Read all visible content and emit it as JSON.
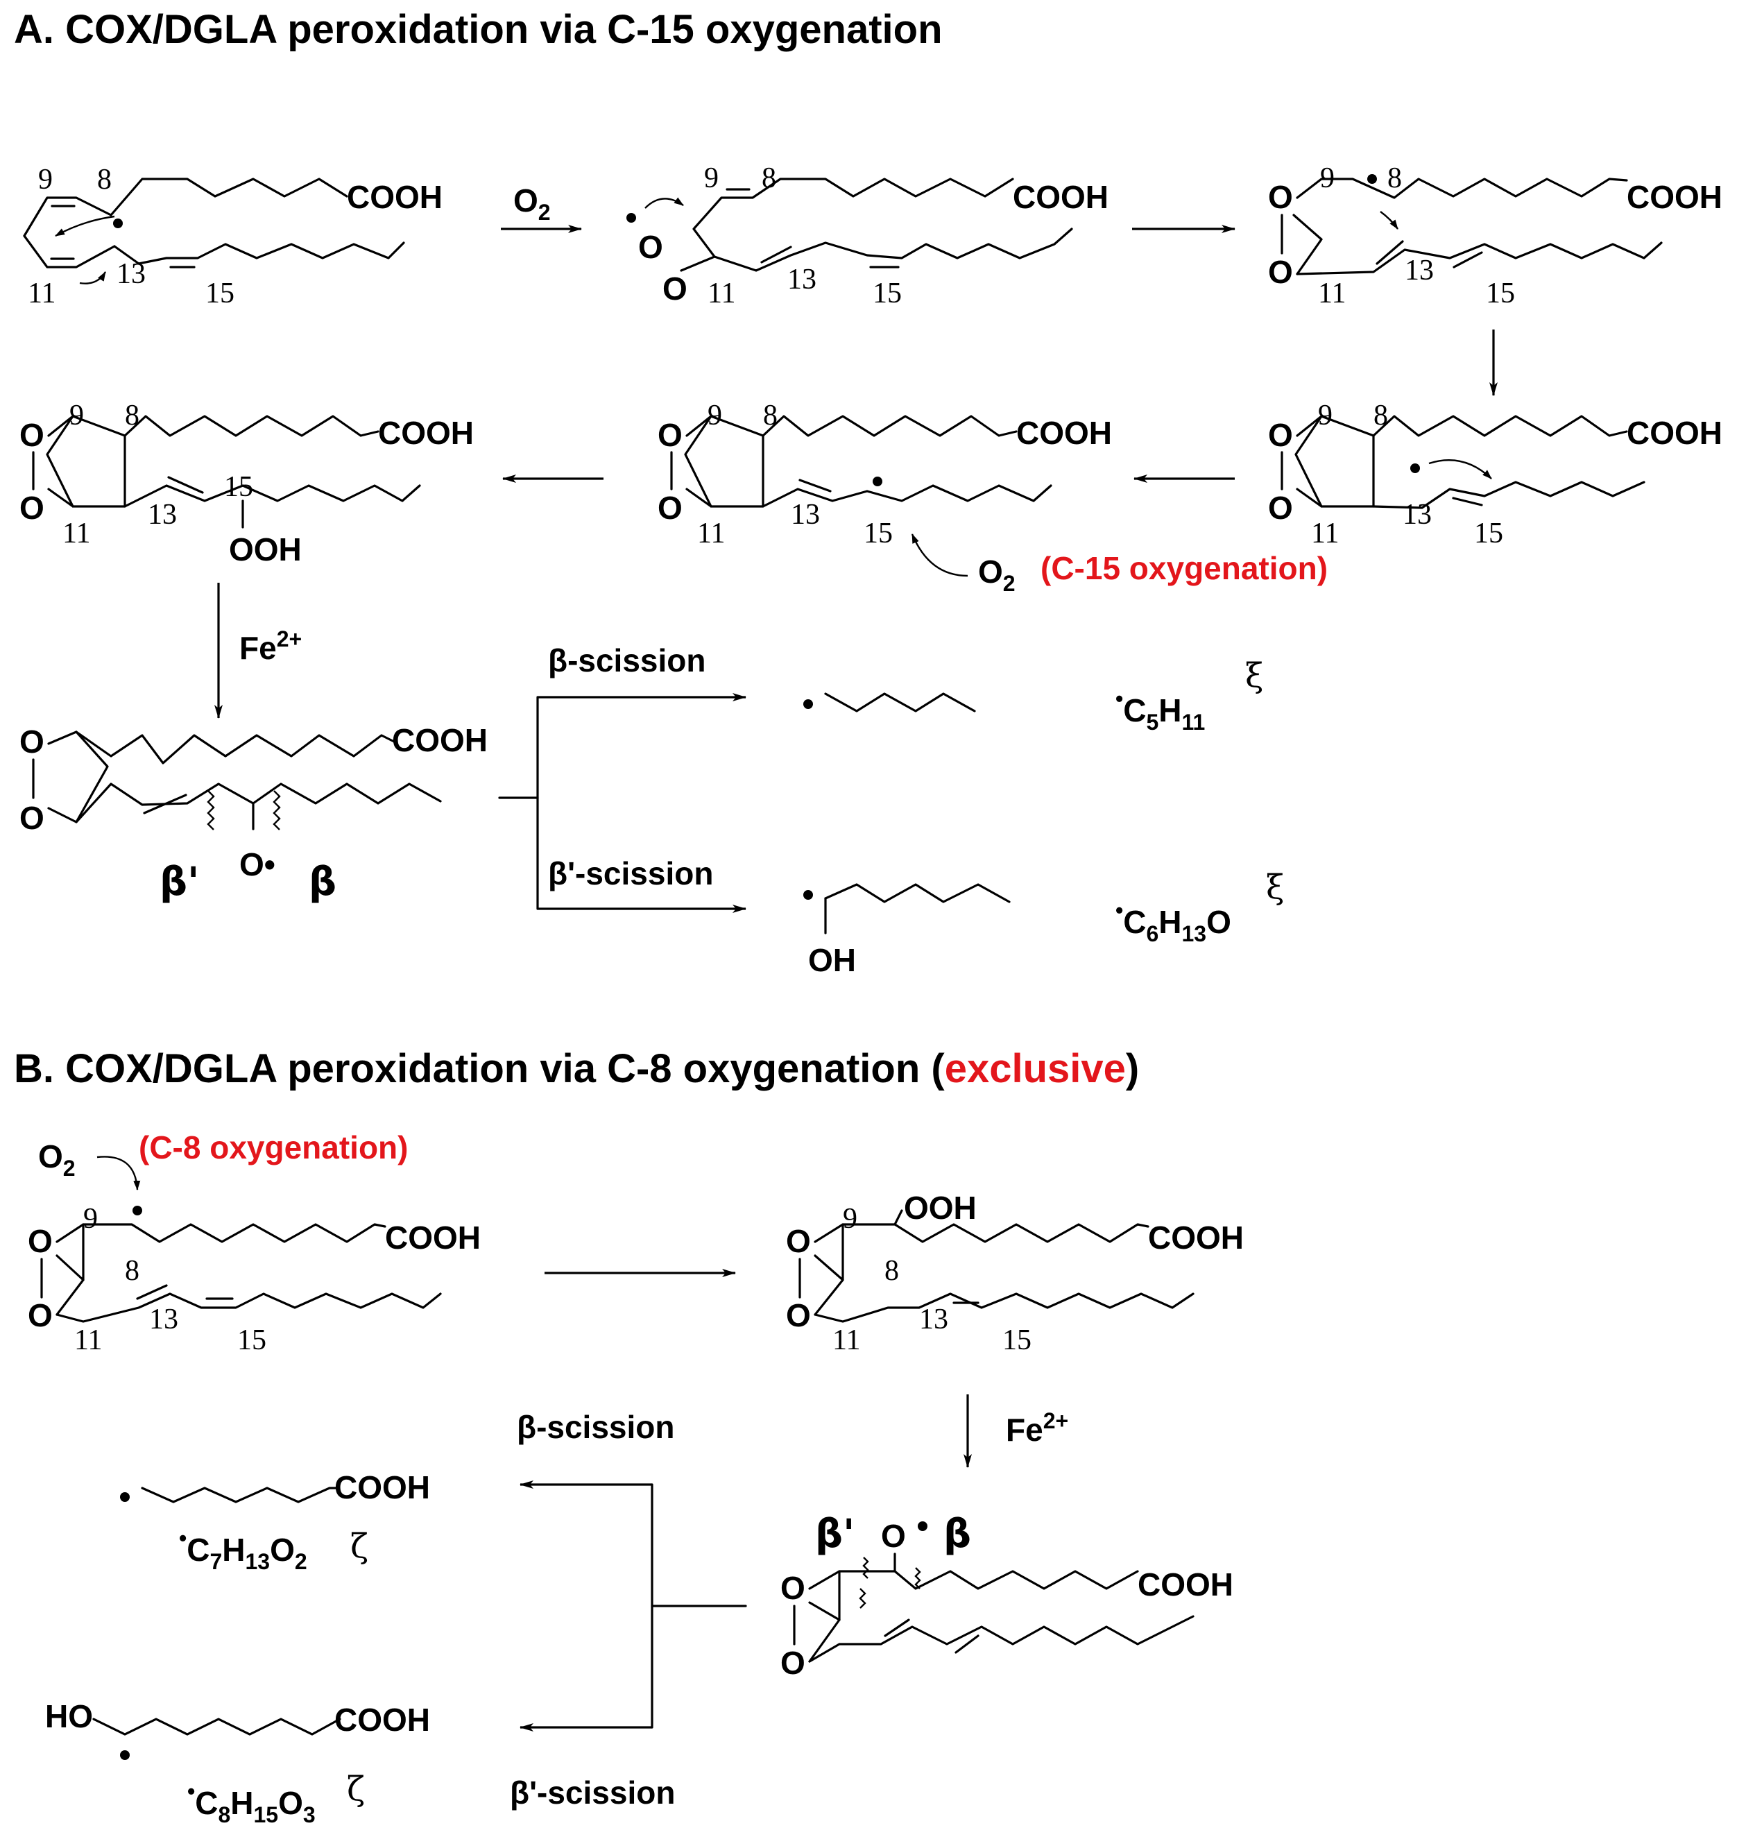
{
  "sectionA": {
    "letter": "A.",
    "title": "COX/DGLA peroxidation via C-15 oxygenation",
    "reagent_o2": "O",
    "o2_sub": "2",
    "c15_note": "(C-15 oxygenation)",
    "fe": "Fe",
    "fe_sup": "2+",
    "beta_scission": "β-scission",
    "beta_prime_scission": "β'-scission",
    "product1_formula": {
      "dot": "•",
      "a": "C",
      "a_sub": "5",
      "b": "H",
      "b_sub": "11",
      "tag": "ξ"
    },
    "product2_formula": {
      "dot": "•",
      "a": "C",
      "a_sub": "6",
      "b": "H",
      "b_sub": "13",
      "c": "O",
      "tag": "ξ"
    },
    "oh_label": "OH",
    "beta_label": "β",
    "beta_prime_label": "β'",
    "o_radical": "O•"
  },
  "sectionB": {
    "letter": "B.",
    "title_pre": "COX/DGLA peroxidation via C-8 oxygenation (",
    "title_red": "exclusive",
    "title_post": ")",
    "reagent_o2": "O",
    "o2_sub": "2",
    "c8_note": "(C-8 oxygenation)",
    "fe": "Fe",
    "fe_sup": "2+",
    "beta_scission": "β-scission",
    "beta_prime_scission": "β'-scission",
    "product1_formula": {
      "dot": "•",
      "a": "C",
      "a_sub": "7",
      "b": "H",
      "b_sub": "13",
      "c": "O",
      "c_sub": "2",
      "tag": "ζ"
    },
    "product2_formula": {
      "dot": "•",
      "a": "C",
      "a_sub": "8",
      "b": "H",
      "b_sub": "15",
      "c": "O",
      "c_sub": "3",
      "tag": "ζ"
    },
    "ho_label": "HO",
    "ooh_label": "OOH"
  },
  "atoms": {
    "cooh": "COOH",
    "ooh": "OOH",
    "o": "O"
  },
  "locants": {
    "n8": "8",
    "n9": "9",
    "n11": "11",
    "n13": "13",
    "n15": "15"
  },
  "colors": {
    "accent_red": "#e3161b",
    "ink": "#000000"
  }
}
